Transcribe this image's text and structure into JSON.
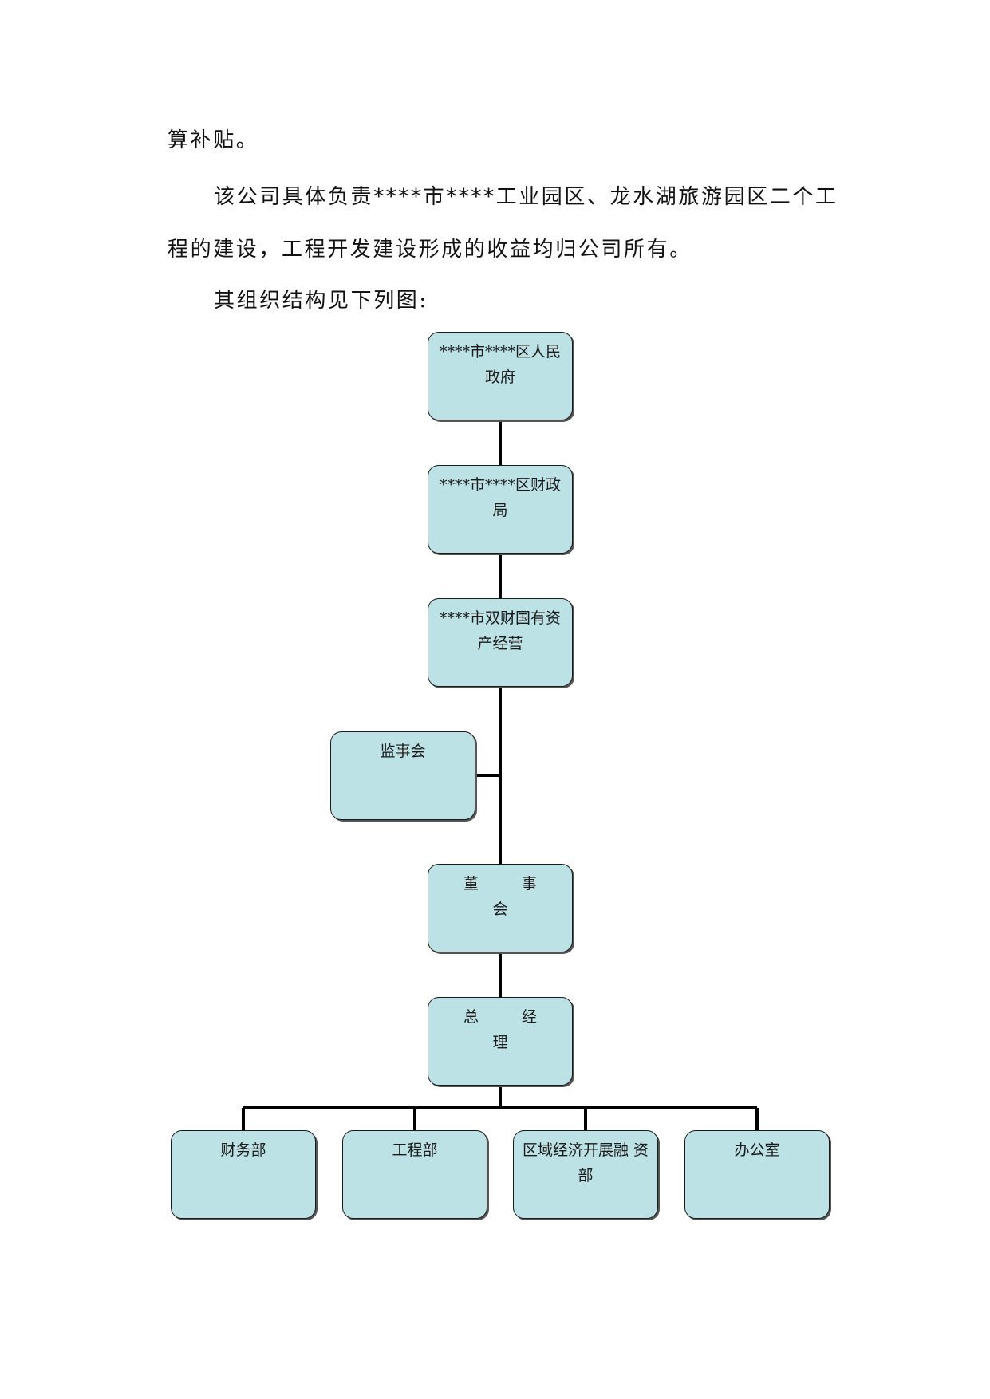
{
  "text": {
    "line1": "算补贴。",
    "line2": "该公司具体负责****市****工业园区、龙水湖旅游园区二个工",
    "line3": "程的建设，工程开发建设形成的收益均归公司所有。",
    "line4": "其组织结构见下列图:"
  },
  "org_chart": {
    "government": "****市****区人民政府",
    "finance_bureau": "****市****区财政局",
    "asset_company": "****市双财国有资产经营",
    "supervisory_board": "监事会",
    "board_of_directors": "董 事 会",
    "general_manager": "总 经 理",
    "departments": [
      "财务部",
      "工程部",
      "区域经济开展融 资 部",
      "办公室"
    ]
  },
  "colors": {
    "box_fill": "#bde2e6",
    "box_border": "#1a1a1a",
    "connector": "#000000"
  }
}
